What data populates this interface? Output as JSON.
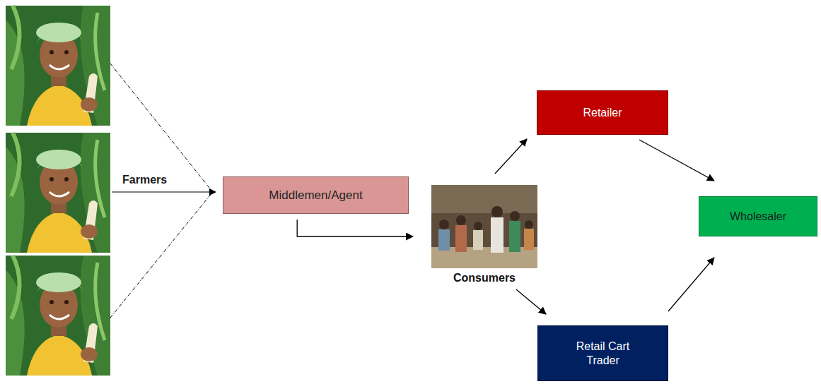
{
  "diagram": {
    "nodes": [
      {
        "text": [
          "Middlemen/Agent"
        ]
      },
      {
        "text": [
          "Consumers"
        ]
      },
      {
        "text": [
          "Retailer"
        ]
      },
      {
        "text": [
          "Wholesaler"
        ]
      },
      {
        "text": [
          "Retail Cart Trader"
        ]
      }
    ],
    "edges": [
      {
        "from": 0,
        "to": 1,
        "arrow": "to"
      },
      {
        "from": 1,
        "to": 2,
        "arrow": "to"
      },
      {
        "from": 1,
        "to": 4,
        "arrow": "to"
      },
      {
        "from": 2,
        "to": 3,
        "arrow": "to"
      },
      {
        "from": 4,
        "to": 3,
        "arrow": "to"
      }
    ],
    "labels": [
      "Farmers"
    ]
  }
}
